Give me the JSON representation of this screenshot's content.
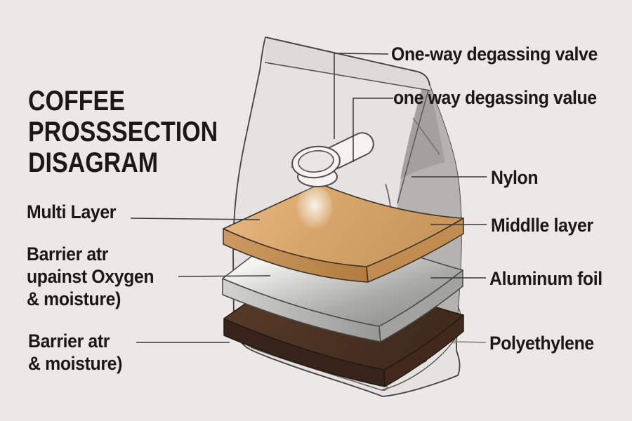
{
  "title": {
    "lines": [
      "COFFEE",
      "PROSSSECTION",
      "DISAGRAM"
    ]
  },
  "left_labels": {
    "multi_layer": {
      "lines": [
        "Multi Layer"
      ]
    },
    "barrier_oxygen": {
      "lines": [
        "Barrier atr",
        "upainst Oxygen",
        "& moisture)"
      ]
    },
    "barrier_moisture": {
      "lines": [
        "Barrier atr",
        "& moisture)"
      ]
    }
  },
  "right_labels": {
    "one_way_valve": "One-way degassing valve",
    "one_way_value": "one way degassing value",
    "nylon": "Nylon",
    "middle_layer": "Middlle layer",
    "aluminum_foil": "Aluminum foil",
    "polyethylene": "Polyethylene"
  },
  "diagram": {
    "subject": "coffee bag cross-section with exploded material layers",
    "parts": {
      "bag": "coffee bag body",
      "valve": "one-way degassing valve",
      "layer_top": "middle layer (tan)",
      "layer_mid": "aluminum foil (silver)",
      "layer_bottom": "polyethylene (dark brown)"
    },
    "colors": {
      "background": "#eae9e7",
      "bag_fill": "#e4e3e1",
      "bag_seal_band": "#dcdbd9",
      "bag_gusset": "#b5b3b0",
      "bag_gusset_dark": "#a3a19e",
      "outline": "#44413d",
      "leader_line": "#3b3936",
      "tan_layer": "#d8a76c",
      "tan_layer_side": "#bb8548",
      "silver_layer": "#c9c9c7",
      "silver_layer_dark": "#8e8e8c",
      "brown_layer": "#4a3122",
      "brown_layer_side": "#37241a",
      "text": "#1a1918",
      "valve_fill": "#f4f3f1"
    }
  }
}
